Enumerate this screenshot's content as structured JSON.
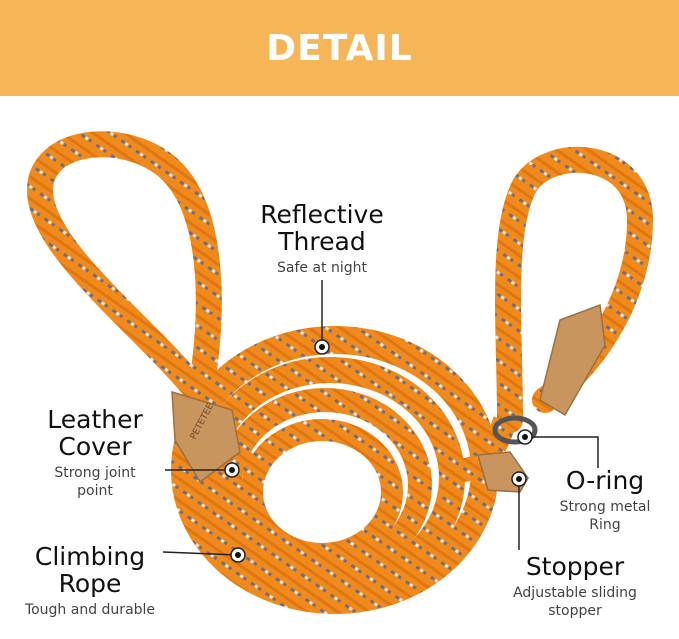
{
  "header": {
    "title": "DETAIL"
  },
  "brand": {
    "logo_text": "PETETEE"
  },
  "colors": {
    "banner": "#F6B557",
    "rope": "#F08A1C",
    "leather": "#C9955F"
  },
  "callouts": {
    "reflective": {
      "title_line1": "Reflective",
      "title_line2": "Thread",
      "subtitle": "Safe at night"
    },
    "leather": {
      "title_line1": "Leather",
      "title_line2": "Cover",
      "subtitle_line1": "Strong joint",
      "subtitle_line2": "point"
    },
    "climbing": {
      "title_line1": "Climbing",
      "title_line2": "Rope",
      "subtitle": "Tough and durable"
    },
    "oring": {
      "title": "O-ring",
      "subtitle_line1": "Strong metal",
      "subtitle_line2": "Ring"
    },
    "stopper": {
      "title": "Stopper",
      "subtitle_line1": "Adjustable sliding",
      "subtitle_line2": "stopper"
    }
  }
}
